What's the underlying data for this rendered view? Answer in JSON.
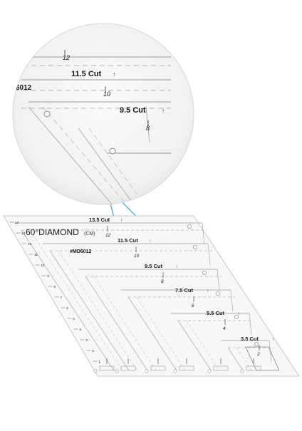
{
  "product": {
    "title": "60°DIAMOND",
    "unit": "(CM)",
    "model": "#MD6012"
  },
  "ruler": {
    "cut_labels": [
      "13.5 Cut",
      "11.5 Cut",
      "9.5 Cut",
      "7.5 Cut",
      "5.5 Cut",
      "3.5 Cut"
    ],
    "size_numbers": [
      "12",
      "10",
      "8",
      "6",
      "4",
      "2"
    ],
    "arrow_glyph": "↑",
    "edge_ticks": [
      "14",
      "13",
      "12",
      "11",
      "10",
      "9",
      "8",
      "7",
      "6",
      "5",
      "4",
      "3",
      "2",
      "1"
    ]
  },
  "zoom": {
    "cut_labels": [
      "11.5 Cut",
      "9.5 Cut"
    ],
    "size_numbers": [
      "12",
      "10",
      "8"
    ],
    "model_partial": "6012"
  },
  "colors": {
    "ruler_fill": "#f7f7f7",
    "ruler_stroke": "#c8c8c8",
    "callout_line": "#2aa6d6",
    "text": "#1a1a1a"
  }
}
